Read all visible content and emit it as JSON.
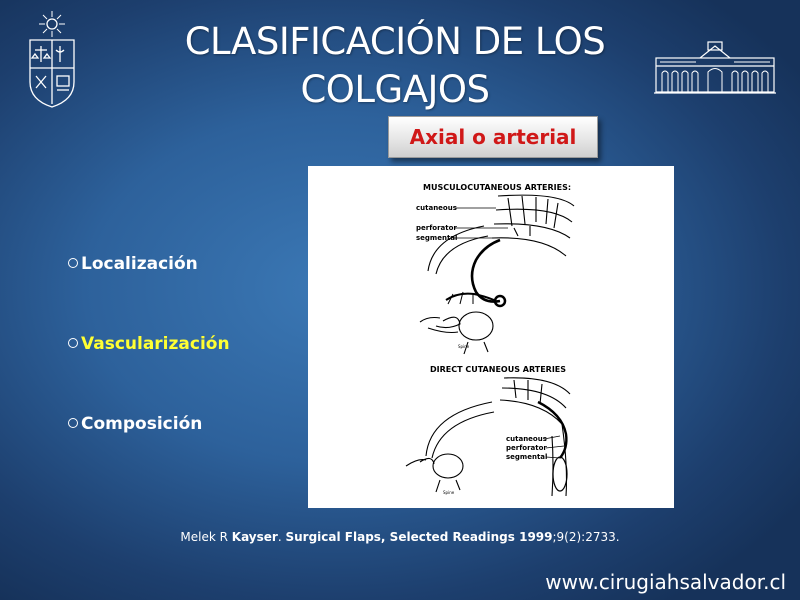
{
  "slide": {
    "title_line1": "CLASIFICACIÓN DE LOS",
    "title_line2": "COLGAJOS",
    "badge": "Axial o arterial",
    "bullets": [
      {
        "text": "Localización"
      },
      {
        "text": "Vascularización",
        "highlight": "#ffff33"
      },
      {
        "text": "Composición"
      }
    ],
    "figure": {
      "heading_top": "MUSCULOCUTANEOUS ARTERIES:",
      "heading_bottom": "DIRECT CUTANEOUS ARTERIES",
      "labels_top": [
        "cutaneous",
        "perforator",
        "segmental"
      ],
      "labels_bottom": [
        "cutaneous",
        "perforator",
        "segmental"
      ]
    },
    "citation": {
      "author_prefix": "Melek R ",
      "author_bold": "Kayser",
      "sep": ". ",
      "source_bold": "Surgical Flaps, Selected Readings 1999",
      "rest": ";9(2):2733."
    },
    "website": "www.cirugiahsalvador.cl",
    "colors": {
      "badge_text": "#d01818",
      "highlight": "#ffff33",
      "background": "#2d619b"
    }
  }
}
